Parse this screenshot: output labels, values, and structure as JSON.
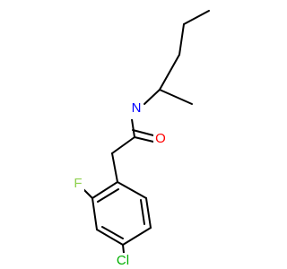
{
  "colors": {
    "background": "#ffffff",
    "bond": "#000000"
  },
  "molecule": {
    "atoms": [
      {
        "id": "o1",
        "label": "O",
        "color": "#ff0000"
      },
      {
        "id": "n1",
        "label": "N",
        "color": "#0000ff"
      },
      {
        "id": "f1",
        "label": "F",
        "color": "#8fd14f"
      },
      {
        "id": "cl1",
        "label": "Cl",
        "color": "#00b000"
      }
    ]
  }
}
